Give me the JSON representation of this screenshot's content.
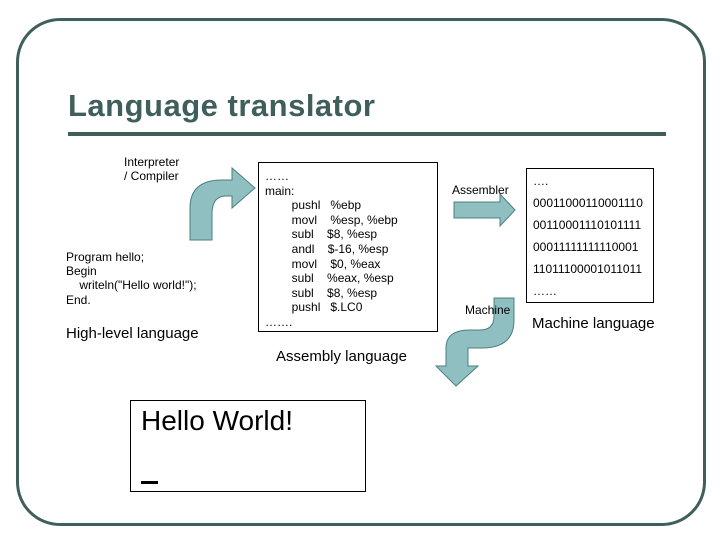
{
  "title": "Language translator",
  "interpreter_label": [
    "Interpreter",
    "/ Compiler"
  ],
  "source_code": [
    "Program hello;",
    "Begin",
    "    writeln(\"Hello world!\");",
    "End."
  ],
  "high_level_label": "High-level language",
  "assembly_code": [
    "……",
    "main:",
    "        pushl   %ebp",
    "        movl    %esp, %ebp",
    "        subl    $8, %esp",
    "        andl    $-16, %esp",
    "        movl    $0, %eax",
    "        subl    %eax, %esp",
    "        subl    $8, %esp",
    "        pushl   $.LC0",
    "……."
  ],
  "assembly_label": "Assembly language",
  "assembler_label": "Assembler",
  "machine_arrow_label": "Machine",
  "machine_code": [
    "….",
    "00011000110001110",
    "00110001110101111",
    "00011111111110001",
    "11011100001011011",
    "……"
  ],
  "machine_label": "Machine language",
  "output_text": "Hello World!",
  "colors": {
    "accent": "#3f5f5c",
    "arrow_fill": "#8fbfc0",
    "arrow_stroke": "#4e7f80"
  }
}
